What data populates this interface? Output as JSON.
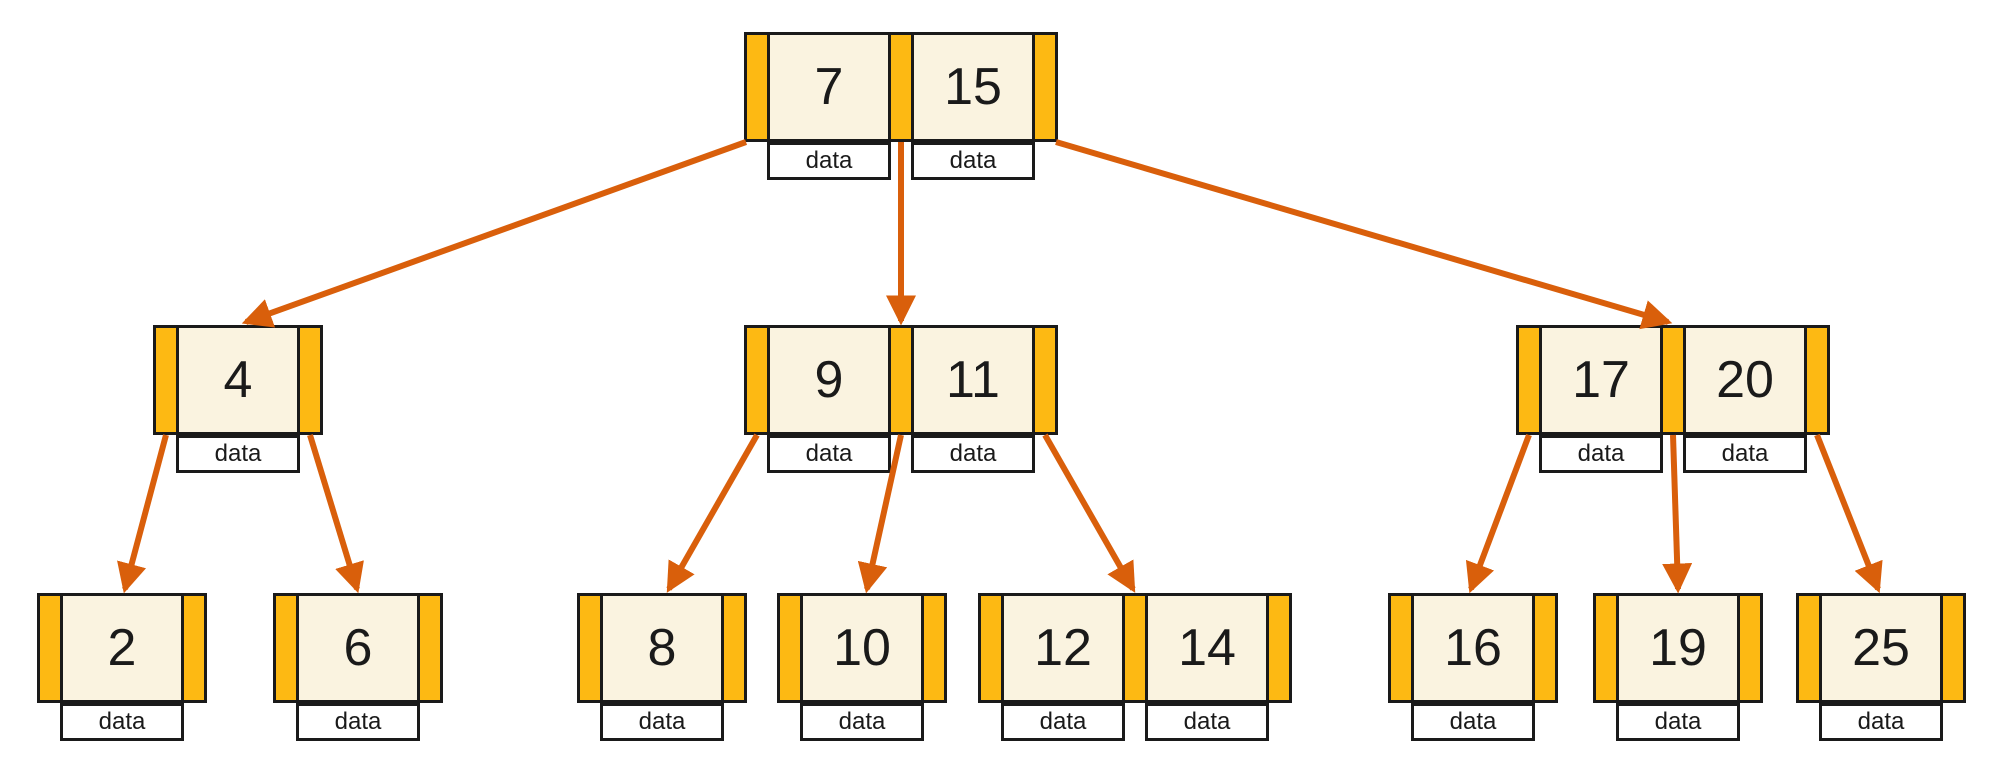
{
  "diagram": {
    "type": "b-tree-with-data-pointers",
    "background": "#FFFFFF"
  },
  "colors": {
    "pointer": "#FDB913",
    "cell": "#FAF3E0",
    "border": "#1A1A1A",
    "arrow": "#D95F0B",
    "databox_bg": "#FFFFFF",
    "text": "#1A1A1A"
  },
  "labels": {
    "data_box": "data"
  },
  "nodes": [
    {
      "id": "7-15",
      "level": "root",
      "keys": [
        "7",
        "15"
      ]
    },
    {
      "id": "4",
      "level": "internal",
      "keys": [
        "4"
      ]
    },
    {
      "id": "9-11",
      "level": "internal",
      "keys": [
        "9",
        "11"
      ]
    },
    {
      "id": "17-20",
      "level": "internal",
      "keys": [
        "17",
        "20"
      ]
    },
    {
      "id": "2",
      "level": "leaf",
      "keys": [
        "2"
      ]
    },
    {
      "id": "6",
      "level": "leaf",
      "keys": [
        "6"
      ]
    },
    {
      "id": "8",
      "level": "leaf",
      "keys": [
        "8"
      ]
    },
    {
      "id": "10",
      "level": "leaf",
      "keys": [
        "10"
      ]
    },
    {
      "id": "12-14",
      "level": "leaf",
      "keys": [
        "12",
        "14"
      ]
    },
    {
      "id": "16",
      "level": "leaf",
      "keys": [
        "16"
      ]
    },
    {
      "id": "19",
      "level": "leaf",
      "keys": [
        "19"
      ]
    },
    {
      "id": "25",
      "level": "leaf",
      "keys": [
        "25"
      ]
    }
  ],
  "edges": [
    {
      "from": "7-15",
      "to": "4"
    },
    {
      "from": "7-15",
      "to": "9-11"
    },
    {
      "from": "7-15",
      "to": "17-20"
    },
    {
      "from": "4",
      "to": "2"
    },
    {
      "from": "4",
      "to": "6"
    },
    {
      "from": "9-11",
      "to": "8"
    },
    {
      "from": "9-11",
      "to": "10"
    },
    {
      "from": "9-11",
      "to": "12-14"
    },
    {
      "from": "17-20",
      "to": "16"
    },
    {
      "from": "17-20",
      "to": "19"
    },
    {
      "from": "17-20",
      "to": "25"
    }
  ]
}
